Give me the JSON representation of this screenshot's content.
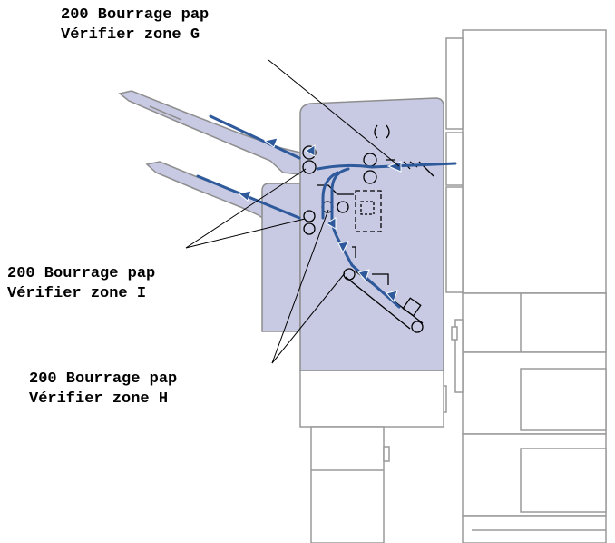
{
  "callouts": {
    "zone_g": {
      "line1": "200 Bourrage pap",
      "line2": "Vérifier zone G"
    },
    "zone_i": {
      "line1": "200 Bourrage pap",
      "line2": "Vérifier zone I"
    },
    "zone_h": {
      "line1": "200 Bourrage pap",
      "line2": "Vérifier zone H"
    }
  },
  "colors": {
    "printer_body": "#c8c9e3",
    "printer_outline": "#8e8e8e",
    "side_units": "#ffffff",
    "unit_outline": "#9a9a9a",
    "paper_path": "#2e5a9c",
    "leader_lines": "#000000",
    "callout_text": "#000000"
  },
  "icons": [
    "arrow-icon",
    "roller-icon"
  ]
}
